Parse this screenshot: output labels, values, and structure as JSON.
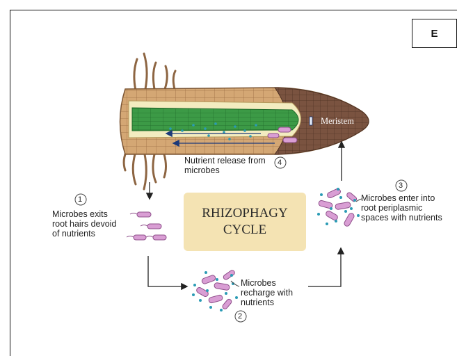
{
  "panel_label": "E",
  "cycle_title_line1": "RHIZOPHAGY",
  "cycle_title_line2": "CYCLE",
  "meristem_label": "Meristem",
  "steps": [
    {
      "number": "1",
      "line1": "Microbes exits",
      "line2": "root hairs devoid",
      "line3": "of nutrients"
    },
    {
      "number": "2",
      "line1": "Microbes",
      "line2": "recharge with",
      "line3": "nutrients"
    },
    {
      "number": "3",
      "line1": "Microbes enter into",
      "line2": "root periplasmic",
      "line3": "spaces with nutrients"
    },
    {
      "number": "4",
      "line1": "Nutrient release from",
      "line2": "microbes"
    }
  ],
  "colors": {
    "root_cortex": "#c89a67",
    "root_hair": "#8d6542",
    "vascular_green": "#2f8a3a",
    "meristem_brown": "#6f4a34",
    "microbe_pink": "#d99ed4",
    "nutrient_dot": "#2a9bb5",
    "cycle_box": "#f4e3b3"
  }
}
